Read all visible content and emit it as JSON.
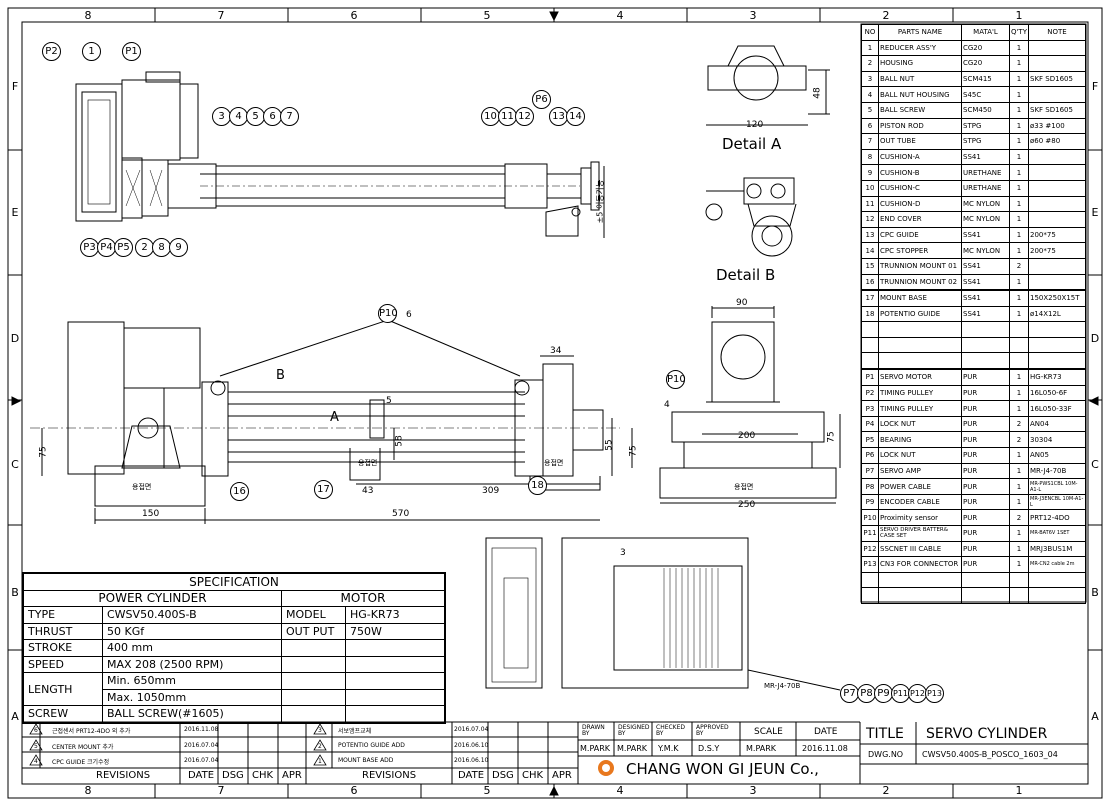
{
  "zones_top": [
    "8",
    "7",
    "6",
    "5",
    "4",
    "3",
    "2",
    "1"
  ],
  "zones_side": [
    "F",
    "E",
    "D",
    "C",
    "B",
    "A"
  ],
  "detail_a": "Detail A",
  "detail_b": "Detail B",
  "dims": {
    "d120": "120",
    "d48": "48",
    "d90": "90",
    "d200": "200",
    "d250": "250",
    "d75a": "75",
    "d75b": "75",
    "d34": "34",
    "d55": "55",
    "d58": "58",
    "d43": "43",
    "d309": "309",
    "d570": "570",
    "d150": "150",
    "d75c": "75",
    "stroke_adj": "±5 이동가능"
  },
  "arrow_labels": {
    "b": "B",
    "a": "A"
  },
  "balloons_top": [
    "P2",
    "1",
    "P1",
    "3",
    "4",
    "5",
    "6",
    "7",
    "10",
    "11",
    "12",
    "P6",
    "13",
    "14",
    "P3",
    "P4",
    "P5",
    "2",
    "8",
    "9"
  ],
  "balloons_mid": {
    "p10a": "P10",
    "b16": "16",
    "b17": "17",
    "b18": "18",
    "p10b": "P10",
    "rev6": "6",
    "rev5": "5",
    "rev4": "4",
    "rev3": "3"
  },
  "balloons_amp": [
    "P7",
    "P8",
    "P9",
    "P11",
    "P12",
    "P13"
  ],
  "amp_label": "MR-J4-70B",
  "weld_label": "용접면",
  "bom": {
    "headers": [
      "NO",
      "PARTS NAME",
      "MATA'L",
      "Q'TY",
      "NOTE"
    ],
    "rows": [
      [
        "1",
        "REDUCER ASS'Y",
        "CG20",
        "1",
        ""
      ],
      [
        "2",
        "HOUSING",
        "CG20",
        "1",
        ""
      ],
      [
        "3",
        "BALL NUT",
        "SCM415",
        "1",
        "SKF SD1605"
      ],
      [
        "4",
        "BALL NUT HOUSING",
        "S45C",
        "1",
        ""
      ],
      [
        "5",
        "BALL SCREW",
        "SCM450",
        "1",
        "SKF SD1605"
      ],
      [
        "6",
        "PISTON ROD",
        "STPG",
        "1",
        "ø33 #100"
      ],
      [
        "7",
        "OUT TUBE",
        "STPG",
        "1",
        "ø60 #80"
      ],
      [
        "8",
        "CUSHION-A",
        "SS41",
        "1",
        ""
      ],
      [
        "9",
        "CUSHION-B",
        "URETHANE",
        "1",
        ""
      ],
      [
        "10",
        "CUSHION-C",
        "URETHANE",
        "1",
        ""
      ],
      [
        "11",
        "CUSHION-D",
        "MC NYLON",
        "1",
        ""
      ],
      [
        "12",
        "END COVER",
        "MC NYLON",
        "1",
        ""
      ],
      [
        "13",
        "CPC GUIDE",
        "SS41",
        "1",
        "200*75"
      ],
      [
        "14",
        "CPC STOPPER",
        "MC NYLON",
        "1",
        "200*75"
      ],
      [
        "15",
        "TRUNNION MOUNT 01",
        "SS41",
        "2",
        ""
      ],
      [
        "16",
        "TRUNNION MOUNT 02",
        "SS41",
        "1",
        ""
      ],
      [
        "17",
        "MOUNT BASE",
        "SS41",
        "1",
        "150X250X15T"
      ],
      [
        "18",
        "POTENTIO GUIDE",
        "SS41",
        "1",
        "ø14X12L"
      ],
      [
        "",
        "",
        "",
        "",
        ""
      ],
      [
        "",
        "",
        "",
        "",
        ""
      ],
      [
        "",
        "",
        "",
        "",
        ""
      ],
      [
        "P1",
        "SERVO MOTOR",
        "PUR",
        "1",
        "HG-KR73"
      ],
      [
        "P2",
        "TIMING PULLEY",
        "PUR",
        "1",
        "16L050-6F"
      ],
      [
        "P3",
        "TIMING PULLEY",
        "PUR",
        "1",
        "16L050-33F"
      ],
      [
        "P4",
        "LOCK NUT",
        "PUR",
        "2",
        "AN04"
      ],
      [
        "P5",
        "BEARING",
        "PUR",
        "2",
        "30304"
      ],
      [
        "P6",
        "LOCK NUT",
        "PUR",
        "1",
        "AN05"
      ],
      [
        "P7",
        "SERVO AMP",
        "PUR",
        "1",
        "MR-J4-70B"
      ],
      [
        "P8",
        "POWER CABLE",
        "PUR",
        "1",
        "MR-PWS1CBL 10M-A1-L"
      ],
      [
        "P9",
        "ENCODER CABLE",
        "PUR",
        "1",
        "MR-J3ENCBL 10M-A1-L"
      ],
      [
        "P10",
        "Proximity sensor",
        "PUR",
        "2",
        "PRT12-4DO"
      ],
      [
        "P11",
        "SERVO DRIVER BATTER& CASE SET",
        "PUR",
        "1",
        "MR-BAT6V 1SET"
      ],
      [
        "P12",
        "SSCNET III CABLE",
        "PUR",
        "1",
        "MRJ3BUS1M"
      ],
      [
        "P13",
        "CN3 FOR CONNECTOR",
        "PUR",
        "1",
        "MR-CN2 cable 2m"
      ],
      [
        "",
        "",
        "",
        "",
        ""
      ],
      [
        "",
        "",
        "",
        "",
        ""
      ]
    ]
  },
  "spec": {
    "title": "SPECIFICATION",
    "left_head": "POWER CYLINDER",
    "right_head": "MOTOR",
    "type_k": "TYPE",
    "type_v": "CWSV50.400S-B",
    "model_k": "MODEL",
    "model_v": "HG-KR73",
    "thrust_k": "THRUST",
    "thrust_v": "50 KGf",
    "output_k": "OUT PUT",
    "output_v": "750W",
    "stroke_k": "STROKE",
    "stroke_v": "400 mm",
    "speed_k": "SPEED",
    "speed_v": "MAX 208 (2500 RPM)",
    "length_k": "LENGTH",
    "length_min": "Min. 650mm",
    "length_max": "Max. 1050mm",
    "screw_k": "SCREW",
    "screw_v": "BALL SCREW(#1605)"
  },
  "revisions": {
    "left": [
      {
        "mark": "6",
        "text": "근접센서 PRT12-4DO 외 추가",
        "date": "2016.11.08"
      },
      {
        "mark": "5",
        "text": "CENTER MOUNT 추가",
        "date": "2016.07.04"
      },
      {
        "mark": "4",
        "text": "CPC GUIDE 크기수정",
        "date": "2016.07.04"
      }
    ],
    "right": [
      {
        "mark": "3",
        "text": "서보앰프교체",
        "date": "2016.07.04"
      },
      {
        "mark": "2",
        "text": "POTENTIO GUIDE ADD",
        "date": "2016.06.10"
      },
      {
        "mark": "1",
        "text": "MOUNT BASE ADD",
        "date": "2016.06.10"
      }
    ],
    "footer": [
      "REVISIONS",
      "DATE",
      "DSG",
      "CHK",
      "APR"
    ]
  },
  "titleblock": {
    "drawn": "DRAWN BY",
    "designed": "DESIGNED BY",
    "checked": "CHECKED BY",
    "approved": "APPROVED BY",
    "scale": "SCALE",
    "date": "DATE",
    "drawn_v": "M.PARK",
    "designed_v": "M.PARK",
    "checked_v": "Y.M.K",
    "approved_v": "D.S.Y",
    "scale_v": "M.PARK",
    "date_v": "2016.11.08",
    "company": "CHANG WON GI JEUN Co.,",
    "title_k": "TITLE",
    "title_v": "SERVO CYLINDER",
    "dwg_k": "DWG.NO",
    "dwg_v": "CWSV50.400S-B_POSCO_1603_04"
  }
}
